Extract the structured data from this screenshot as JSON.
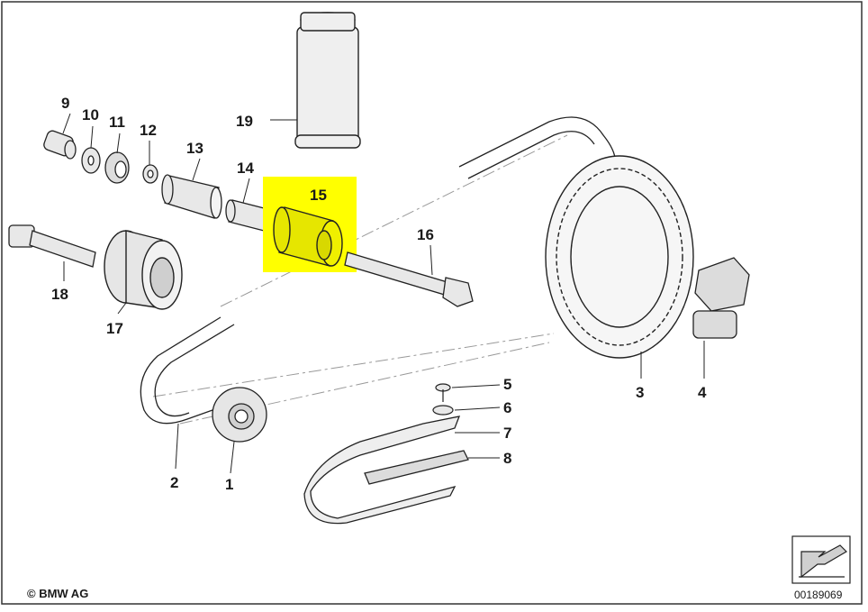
{
  "diagram": {
    "highlight_color": "#ffff00",
    "line_color": "#222222",
    "part_fill": "#e8e8e8",
    "callouts": [
      "1",
      "2",
      "3",
      "4",
      "5",
      "6",
      "7",
      "8",
      "9",
      "10",
      "11",
      "12",
      "13",
      "14",
      "15",
      "16",
      "17",
      "18",
      "19"
    ],
    "highlighted_part": "15"
  },
  "footer": {
    "copyright": "© BMW AG",
    "diagram_number": "00189069"
  },
  "icons": {
    "direction_icon": "arrow-direction-icon"
  }
}
